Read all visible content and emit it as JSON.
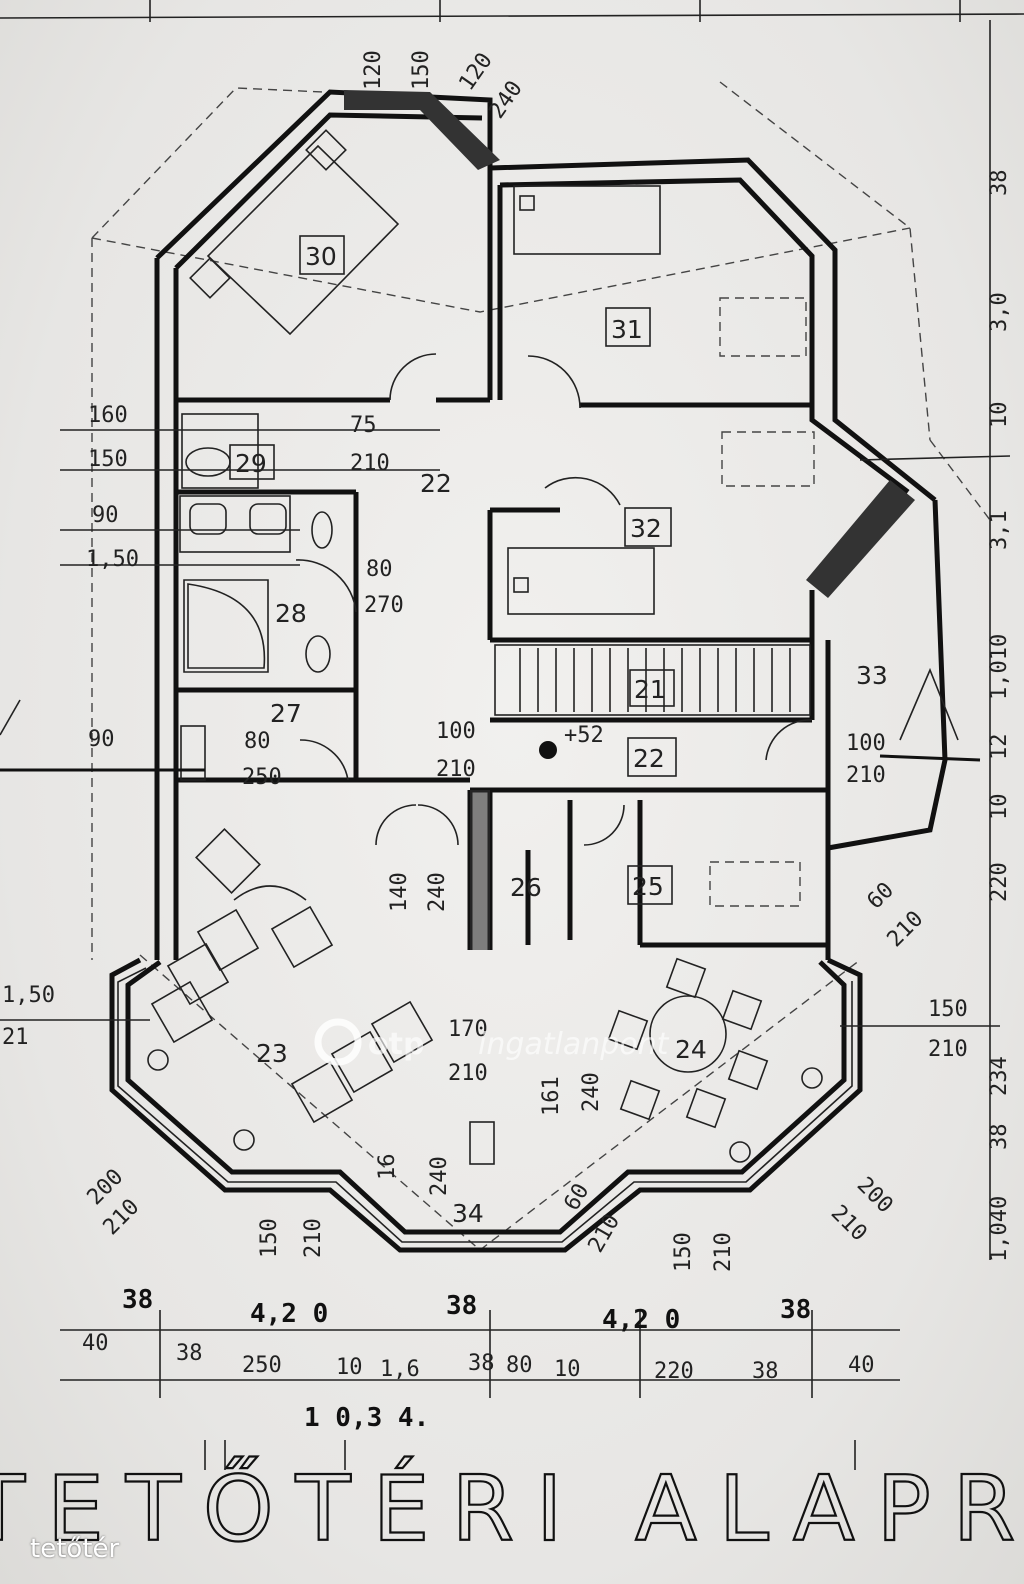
{
  "rooms": {
    "r30": "30",
    "r31": "31",
    "r29": "29",
    "r22a": "22",
    "r32": "32",
    "r28": "28",
    "r21": "21",
    "r33": "33",
    "r27": "27",
    "r22b": "22",
    "r26": "26",
    "r25": "25",
    "r23": "23",
    "r24": "24",
    "r34": "34"
  },
  "dims": {
    "d120a": "120",
    "d150a": "150",
    "d120b": "120",
    "d240a": "240",
    "d38a": "38",
    "d30": "3,0",
    "d10a": "10",
    "d31": "3,1",
    "d1010": "1,010",
    "d160": "160",
    "d150b": "150",
    "d90a": "90",
    "d150c": "1,50",
    "d75": "75",
    "d210a": "210",
    "d80a": "80",
    "d270": "270",
    "d90b": "90",
    "d80b": "80",
    "d250": "250",
    "d100a": "100",
    "d210b": "210",
    "d52": "+52",
    "d100b": "100",
    "d210c": "210",
    "d12": "12",
    "d10b": "10",
    "d220": "220",
    "d140": "140",
    "d240b": "240",
    "d60a": "60",
    "d210d": "210",
    "d150d": "1,50",
    "d21a": "21",
    "d150e": "150",
    "d210e": "210",
    "d234": "234",
    "d170": "170",
    "d210f": "210",
    "d161": "161",
    "d240c": "240",
    "d16": "16",
    "d240d": "240",
    "d60b": "60",
    "d210g": "210",
    "d200a": "200",
    "d210h": "210",
    "d150f": "150",
    "d210i": "210",
    "d150g": "150",
    "d210j": "210",
    "d200b": "200",
    "d210k": "210",
    "d1040": "1,040",
    "d38b": "38",
    "b38a": "38",
    "b420a": "4,2 0",
    "b38b": "38",
    "b420b": "4,2 0",
    "b38c": "38",
    "s40a": "40",
    "s38a": "38",
    "s250": "250",
    "s10": "10",
    "s16": "1,6",
    "s38b": "38",
    "s80": "80",
    "s10b": "10",
    "s220": "220",
    "s38c": "38",
    "s40b": "40",
    "total": "1 0,3 4."
  },
  "title_text": "TETŐTÉRI ALAPRA",
  "watermark": {
    "brand": "otp",
    "product": "ingatlanpont"
  },
  "caption": "tetőtér"
}
